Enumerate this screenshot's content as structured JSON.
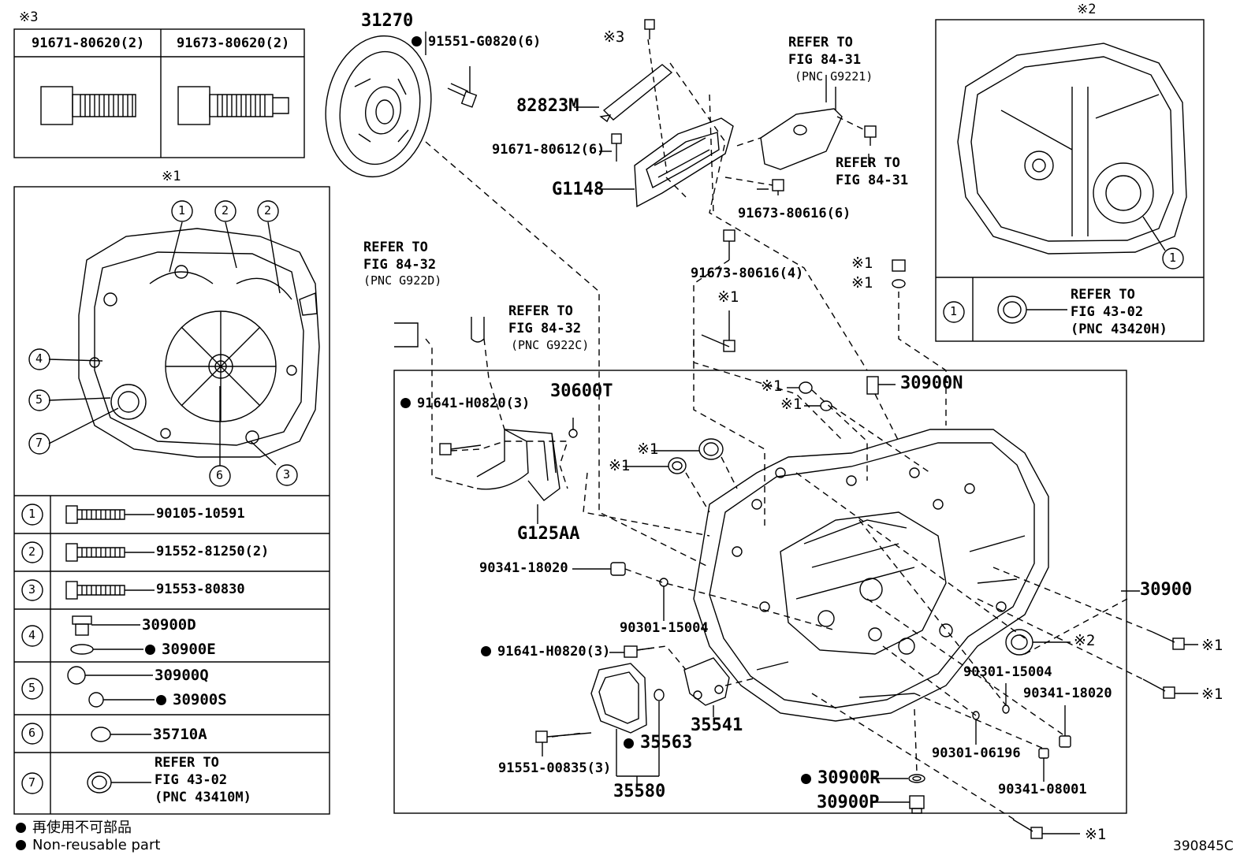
{
  "marks": {
    "m1": "※1",
    "m2": "※2",
    "m3": "※3"
  },
  "top_table": {
    "a": "91671-80620(2)",
    "b": "91673-80620(2)"
  },
  "bolt_table": [
    {
      "n": "1",
      "part": "90105-10591"
    },
    {
      "n": "2",
      "part": "91552-81250(2)"
    },
    {
      "n": "3",
      "part": "91553-80830"
    },
    {
      "n": "4",
      "p1": "30900D",
      "p2": "30900E"
    },
    {
      "n": "5",
      "p1": "30900Q",
      "p2": "30900S"
    },
    {
      "n": "6",
      "part": "35710A"
    },
    {
      "n": "7",
      "r1": "REFER TO",
      "r2": "FIG 43-02",
      "r3": "(PNC 43410M)"
    }
  ],
  "callouts": [
    "1",
    "2",
    "2",
    "4",
    "5",
    "7",
    "6",
    "3"
  ],
  "right_box": {
    "n": "1",
    "r1": "REFER TO",
    "r2": "FIG 43-02",
    "r3": "(PNC 43420H)"
  },
  "parts": {
    "p31270": "31270",
    "p91551g": "91551-G0820(6)",
    "p82823": "82823M",
    "p91671_612": "91671-80612(6)",
    "pG1148": "G1148",
    "p91673_616a": "91673-80616(6)",
    "p91673_616b": "91673-80616(4)",
    "p30600T": "30600T",
    "p91641a": "91641-H0820(3)",
    "pG125AA": "G125AA",
    "p90341_a": "90341-18020",
    "p90301_a": "90301-15004",
    "p91641b": "91641-H0820(3)",
    "p91551_835": "91551-00835(3)",
    "p35563": "35563",
    "p35580": "35580",
    "p35541": "35541",
    "p30900N": "30900N",
    "p30900": "30900",
    "p90301_b": "90301-15004",
    "p90341_b": "90341-18020",
    "p90301_06": "90301-06196",
    "p90341_08": "90341-08001",
    "p30900R": "30900R",
    "p30900P": "30900P"
  },
  "refs": {
    "r9221": {
      "a": "REFER TO",
      "b": "FIG 84-31",
      "c": "(PNC G9221)"
    },
    "r8431": {
      "a": "REFER TO",
      "b": "FIG 84-31"
    },
    "r922D": {
      "a": "REFER TO",
      "b": "FIG 84-32",
      "c": "(PNC G922D)"
    },
    "r922C": {
      "a": "REFER TO",
      "b": "FIG 84-32",
      "c": "(PNC G922C)"
    }
  },
  "legend": {
    "jp": "再使用不可部品",
    "en": "Non-reusable part"
  },
  "figure_id": "390845C"
}
